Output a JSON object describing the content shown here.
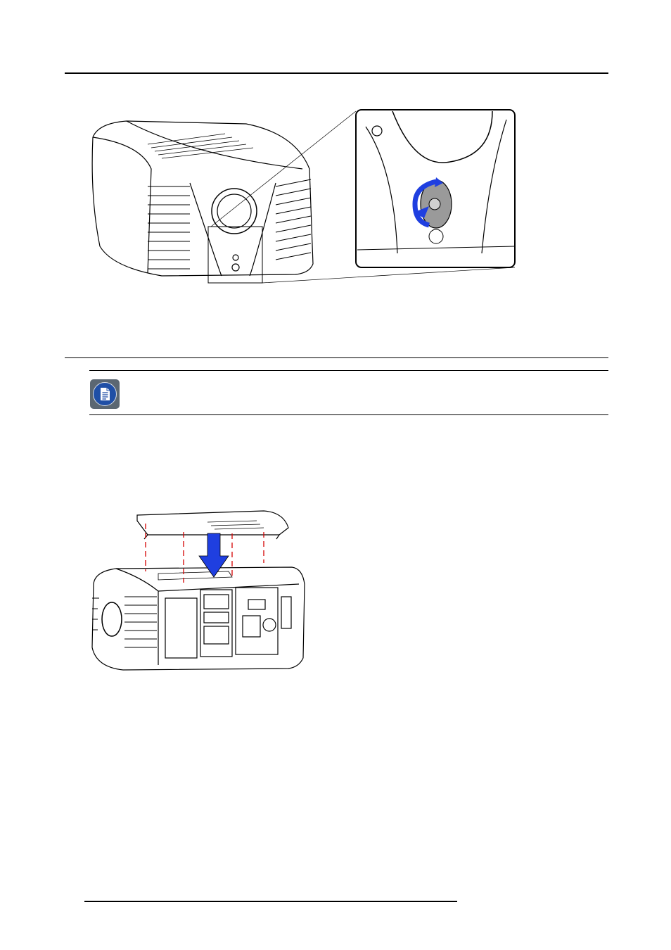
{
  "document": {
    "figures": [
      {
        "name": "projector-front-with-zoom-detail",
        "callout": "rotation-arrow"
      },
      {
        "name": "projector-top-cover-install",
        "callout": "down-arrow"
      }
    ],
    "note": {
      "icon": "note-document-icon"
    },
    "colors": {
      "arrow_blue": "#1f3fe0",
      "guide_red": "#d40000",
      "icon_bg": "#5b6772",
      "icon_disc": "#1f4fa6"
    }
  }
}
